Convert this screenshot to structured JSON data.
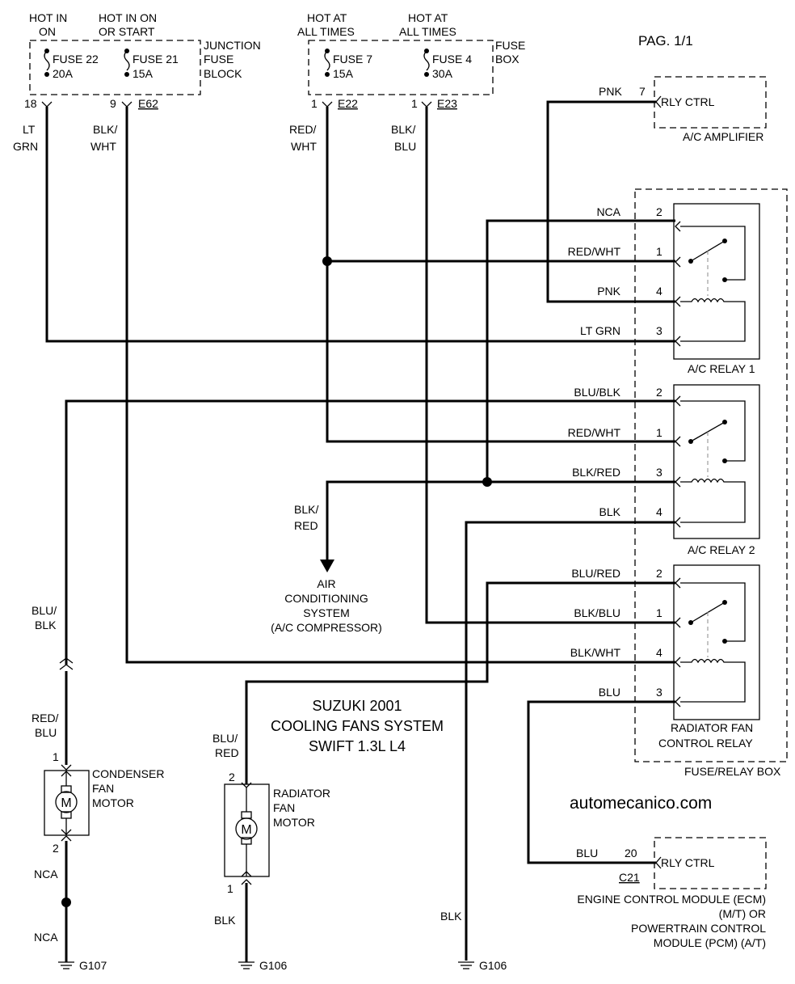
{
  "page_label": "PAG. 1/1",
  "title": [
    "SUZUKI 2001",
    "COOLING FANS SYSTEM",
    "SWIFT 1.3L L4"
  ],
  "watermark": "automecanico.com",
  "junction_block": {
    "label": [
      "JUNCTION",
      "FUSE",
      "BLOCK"
    ],
    "fuse22": {
      "hot": [
        "HOT IN",
        "ON"
      ],
      "name": "FUSE 22",
      "rating": "20A",
      "pin": "18"
    },
    "fuse21": {
      "hot": [
        "HOT IN ON",
        "OR START"
      ],
      "name": "FUSE 21",
      "rating": "15A",
      "pin": "9"
    },
    "connector": "E62"
  },
  "fuse_box": {
    "label": [
      "FUSE",
      "BOX"
    ],
    "fuse7": {
      "hot": [
        "HOT AT",
        "ALL TIMES"
      ],
      "name": "FUSE 7",
      "rating": "15A",
      "pin": "1",
      "connector": "E22"
    },
    "fuse4": {
      "hot": [
        "HOT AT",
        "ALL TIMES"
      ],
      "name": "FUSE 4",
      "rating": "30A",
      "pin": "1",
      "connector": "E23"
    }
  },
  "ac_amplifier": {
    "label": "A/C AMPLIFIER",
    "pin": "7",
    "terminal": "RLY CTRL",
    "wire": "PNK"
  },
  "relay_box_label": "FUSE/RELAY BOX",
  "relays": [
    {
      "name": [
        "A/C RELAY 1"
      ],
      "pins": [
        {
          "num": "2",
          "wire": "NCA"
        },
        {
          "num": "1",
          "wire": "RED/WHT"
        },
        {
          "num": "4",
          "wire": "PNK"
        },
        {
          "num": "3",
          "wire": "LT GRN"
        }
      ]
    },
    {
      "name": [
        "A/C RELAY 2"
      ],
      "pins": [
        {
          "num": "2",
          "wire": "BLU/BLK"
        },
        {
          "num": "1",
          "wire": "RED/WHT"
        },
        {
          "num": "3",
          "wire": "BLK/RED"
        },
        {
          "num": "4",
          "wire": "BLK"
        }
      ]
    },
    {
      "name": [
        "RADIATOR FAN",
        "CONTROL RELAY"
      ],
      "pins": [
        {
          "num": "2",
          "wire": "BLU/RED"
        },
        {
          "num": "1",
          "wire": "BLK/BLU"
        },
        {
          "num": "4",
          "wire": "BLK/WHT"
        },
        {
          "num": "3",
          "wire": "BLU"
        }
      ]
    }
  ],
  "wires": {
    "lt_grn": [
      "LT",
      "GRN"
    ],
    "blk_wht": [
      "BLK/",
      "WHT"
    ],
    "red_wht": [
      "RED/",
      "WHT"
    ],
    "blk_blu": [
      "BLK/",
      "BLU"
    ],
    "blu_blk": [
      "BLU/",
      "BLK"
    ],
    "red_blu": [
      "RED/",
      "BLU"
    ],
    "blu_red": [
      "BLU/",
      "RED"
    ],
    "blk_red": [
      "BLK/",
      "RED"
    ],
    "nca": "NCA",
    "blk": "BLK"
  },
  "ac_system": [
    "AIR",
    "CONDITIONING",
    "SYSTEM",
    "(A/C COMPRESSOR)"
  ],
  "condenser_motor": {
    "label": [
      "CONDENSER",
      "FAN",
      "MOTOR"
    ],
    "pin_top": "1",
    "pin_bottom": "2",
    "symbol": "M"
  },
  "radiator_motor": {
    "label": [
      "RADIATOR",
      "FAN",
      "MOTOR"
    ],
    "pin_top": "2",
    "pin_bottom": "1",
    "symbol": "M"
  },
  "grounds": {
    "g107": "G107",
    "g106a": "G106",
    "g106b": "G106"
  },
  "ecm": {
    "pin": "20",
    "terminal": "RLY CTRL",
    "wire": "BLU",
    "connector": "C21",
    "label": [
      "ENGINE CONTROL MODULE (ECM)",
      "(M/T) OR",
      "POWERTRAIN CONTROL",
      "MODULE (PCM) (A/T)"
    ]
  },
  "icons": [
    "fuse-icon",
    "relay-icon",
    "motor-icon",
    "ground-icon",
    "splice-dot-icon",
    "arrow-down-icon"
  ]
}
